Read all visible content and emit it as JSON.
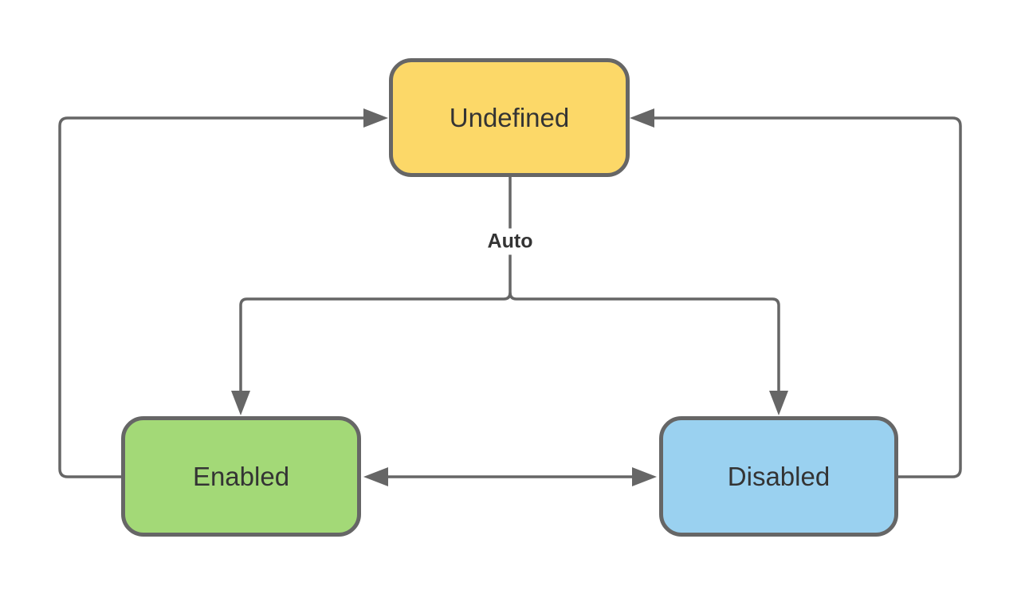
{
  "diagram": {
    "type": "state-transition-diagram",
    "background": "#ffffff",
    "colors": {
      "connector": "#666666",
      "node_border": "#666666",
      "text": "#343434",
      "undefined_fill": "#FCD868",
      "enabled_fill": "#A3D977",
      "disabled_fill": "#9AD1F0"
    },
    "nodes": [
      {
        "id": "undefined",
        "label": "Undefined",
        "fill": "#FCD868"
      },
      {
        "id": "enabled",
        "label": "Enabled",
        "fill": "#A3D977"
      },
      {
        "id": "disabled",
        "label": "Disabled",
        "fill": "#9AD1F0"
      }
    ],
    "edges": [
      {
        "from": "Undefined",
        "to": "Enabled",
        "label": "Auto"
      },
      {
        "from": "Undefined",
        "to": "Disabled",
        "label": "Auto"
      },
      {
        "from": "Enabled",
        "to": "Undefined",
        "label": ""
      },
      {
        "from": "Disabled",
        "to": "Undefined",
        "label": ""
      },
      {
        "from": "Enabled",
        "to": "Disabled",
        "label": "",
        "bidirectional": true
      }
    ],
    "edge_label": "Auto"
  }
}
